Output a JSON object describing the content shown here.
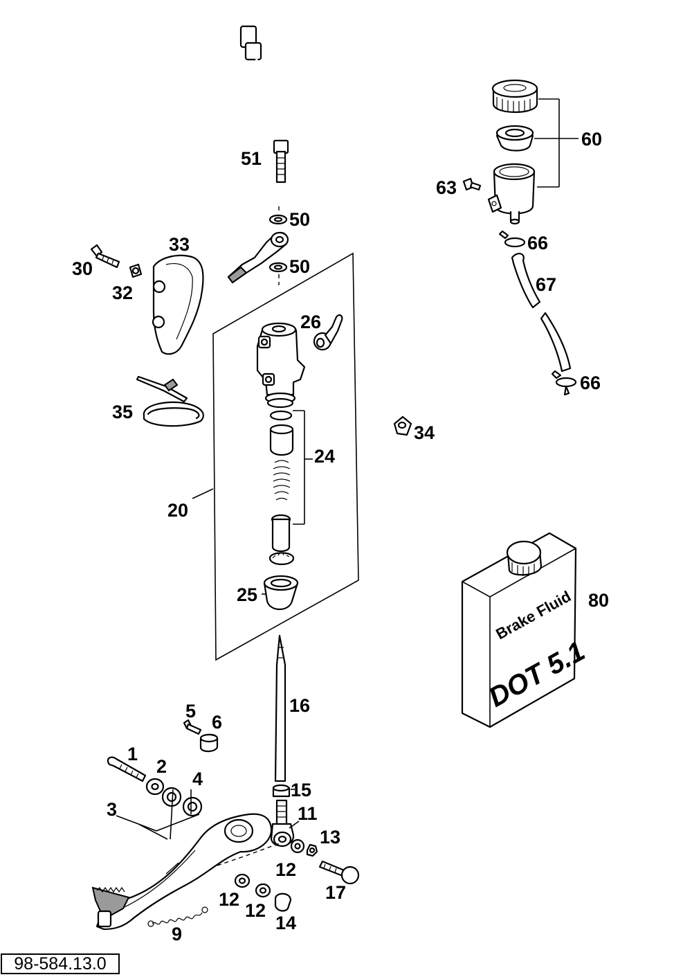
{
  "document_number": "98-584.13.0",
  "fluid_can": {
    "line1": "Brake Fluid",
    "line2": "DOT 5.1"
  },
  "callouts": [
    {
      "id": "p51",
      "text": "51"
    },
    {
      "id": "p50a",
      "text": "50"
    },
    {
      "id": "p50b",
      "text": "50"
    },
    {
      "id": "p33",
      "text": "33"
    },
    {
      "id": "p30",
      "text": "30"
    },
    {
      "id": "p32",
      "text": "32"
    },
    {
      "id": "p26",
      "text": "26"
    },
    {
      "id": "p35",
      "text": "35"
    },
    {
      "id": "p24",
      "text": "24"
    },
    {
      "id": "p20",
      "text": "20"
    },
    {
      "id": "p25",
      "text": "25"
    },
    {
      "id": "p16",
      "text": "16"
    },
    {
      "id": "p5",
      "text": "5"
    },
    {
      "id": "p6",
      "text": "6"
    },
    {
      "id": "p1",
      "text": "1"
    },
    {
      "id": "p2",
      "text": "2"
    },
    {
      "id": "p4",
      "text": "4"
    },
    {
      "id": "p3",
      "text": "3"
    },
    {
      "id": "p15",
      "text": "15"
    },
    {
      "id": "p11",
      "text": "11"
    },
    {
      "id": "p13",
      "text": "13"
    },
    {
      "id": "p12a",
      "text": "12"
    },
    {
      "id": "p12b",
      "text": "12"
    },
    {
      "id": "p12c",
      "text": "12"
    },
    {
      "id": "p14",
      "text": "14"
    },
    {
      "id": "p17",
      "text": "17"
    },
    {
      "id": "p9",
      "text": "9"
    },
    {
      "id": "p60",
      "text": "60"
    },
    {
      "id": "p63",
      "text": "63"
    },
    {
      "id": "p66a",
      "text": "66"
    },
    {
      "id": "p67",
      "text": "67"
    },
    {
      "id": "p66b",
      "text": "66"
    },
    {
      "id": "p34",
      "text": "34"
    },
    {
      "id": "p80",
      "text": "80"
    }
  ]
}
